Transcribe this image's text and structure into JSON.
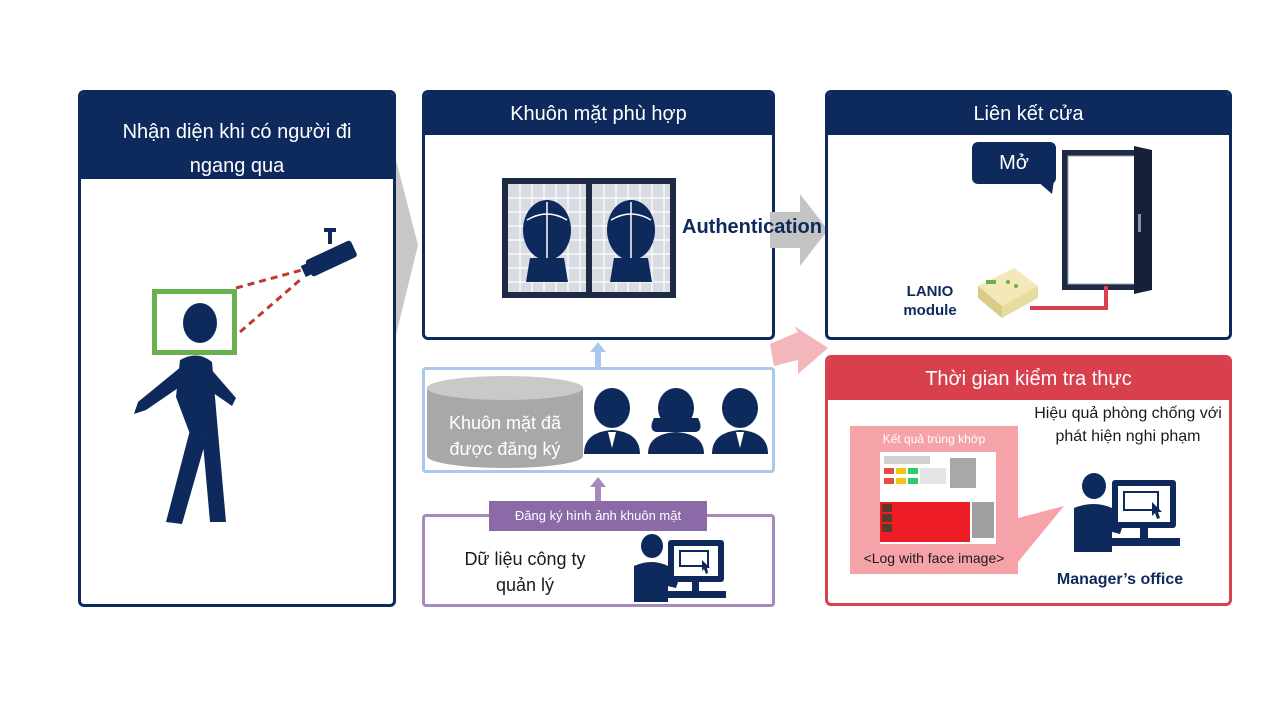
{
  "panel_detect": {
    "title": "Nhận diện khi có người đi ngang qua"
  },
  "panel_match": {
    "title": "Khuôn mặt phù hợp",
    "auth_text": "Authentication is OK!"
  },
  "panel_door": {
    "title": "Liên kết cửa",
    "bubble": "Mở",
    "module_label_1": "LANIO",
    "module_label_2": "module"
  },
  "panel_realtime": {
    "title": "Thời gian kiểm tra thực",
    "result_label": "Kết quả trùng khớp",
    "log_label": "<Log with face image>",
    "effect_text": "Hiệu quả phòng chống với phát hiện nghi phạm",
    "office_label": "Manager’s office"
  },
  "registered": {
    "db_label": "Khuôn mặt đã được đăng ký"
  },
  "company": {
    "reg_label": "Đăng ký hình ảnh khuôn mặt",
    "data_label": "Dữ liệu công ty quản lý"
  },
  "colors": {
    "navy": "#0e2a5c",
    "red": "#d9404e",
    "green": "#6ab04c",
    "light_blue": "#a9c8ea",
    "purple": "#a48bbc"
  }
}
